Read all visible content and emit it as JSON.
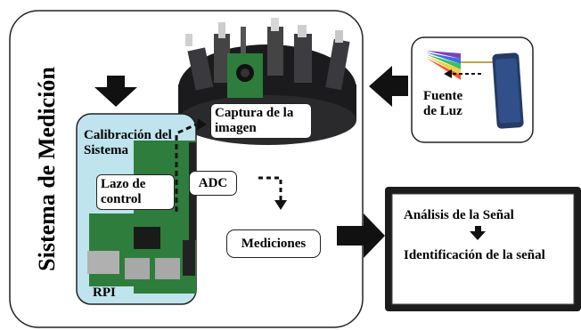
{
  "system": {
    "title": "Sistema de Medición"
  },
  "labels": {
    "capture": "Captura de la imagen",
    "calibration": "Calibración del Sistema",
    "control_loop": "Lazo de control",
    "adc": "ADC",
    "measurements": "Mediciones",
    "rpi": "RPI",
    "light_source": "Fuente de Luz"
  },
  "display": {
    "analysis": "Análisis de la Señal",
    "identification": "Identificación de la señal"
  },
  "colors": {
    "rpi_panel": "#bfe4ee",
    "pcb_green": "#2e7d3c",
    "arrow": "#111111",
    "dark_device": "#1b1b1d"
  }
}
